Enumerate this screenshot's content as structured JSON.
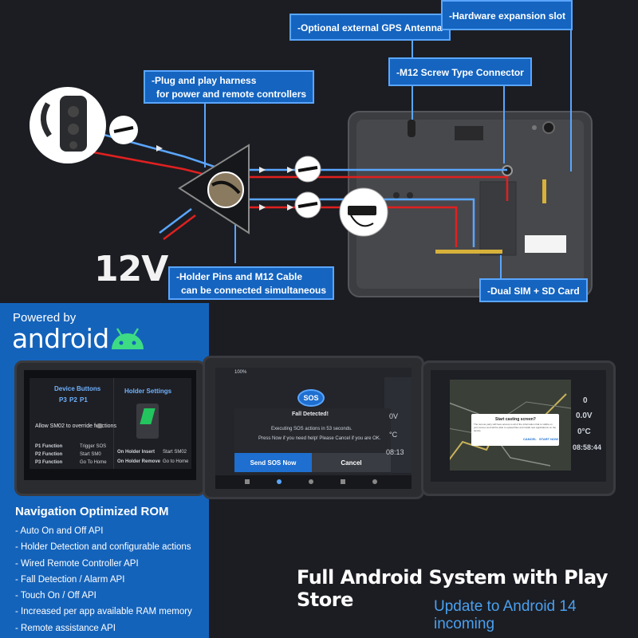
{
  "callouts": {
    "gps_antenna": "-Optional external GPS Antenna",
    "expansion_slot": "-Hardware expansion slot",
    "m12_connector": "-M12 Screw Type Connector",
    "harness_line1": "-Plug and play harness",
    "harness_line2": "for power and remote controllers",
    "holder_line1": "-Holder Pins and M12 Cable",
    "holder_line2": "can be connected simultaneous",
    "dual_sim": "-Dual SIM + SD Card"
  },
  "voltage": "12V",
  "powered_by": "Powered by",
  "android": "android",
  "nav_rom": {
    "title": "Navigation Optimized ROM",
    "features": [
      "- Auto On and Off API",
      "- Holder Detection and configurable actions",
      "- Wired Remote Controller API",
      "- Fall Detection / Alarm API",
      "- Touch On / Off API",
      "- Increased per app available RAM memory",
      "- Remote assistance API"
    ]
  },
  "headline": "Full Android System with Play Store",
  "subheadline": "Update to Android 14 incoming",
  "tablet_left": {
    "device_buttons": "Device Buttons",
    "p_buttons": [
      "P3",
      "P2",
      "P1"
    ],
    "holder_settings": "Holder Settings",
    "allow_label": "Allow SM02 to override functions",
    "rows": [
      {
        "label": "P1 Function",
        "value": "Trigger SOS"
      },
      {
        "label": "P2 Function",
        "value": "Start SM0"
      },
      {
        "label": "P3 Function",
        "value": "Go To Home"
      }
    ],
    "holder_rows": [
      {
        "label": "On Holder Insert",
        "value": "Start SM02"
      },
      {
        "label": "On Holder Remove",
        "value": "Go to Home"
      }
    ]
  },
  "tablet_mid": {
    "status_left": "100%",
    "sos_badge": "SOS",
    "dialog_title": "Fall Detected!",
    "dialog_line1": "Executing SOS actions in 53 seconds.",
    "dialog_line2": "Press Now if you need help! Please Cancel if you are OK.",
    "send_button": "Send SOS Now",
    "cancel_button": "Cancel",
    "side_values": [
      "0V",
      "°C",
      "08:13"
    ]
  },
  "tablet_right": {
    "dialog_title": "Start casting screen?",
    "dialog_body": "The remote party will have access to all of the information that is visible on your screen and will be able to upload files and install new applications on the device",
    "cancel": "CANCEL",
    "start": "START NOW",
    "speed": "0",
    "voltage": "0.0V",
    "temp": "0°C",
    "time": "08:58:44"
  },
  "colors": {
    "callout_bg": "#1464c0",
    "wire_blue": "#5aa6ff",
    "wire_red": "#e02020",
    "android_green": "#3ddc84",
    "subheadline": "#4aa0f0"
  }
}
